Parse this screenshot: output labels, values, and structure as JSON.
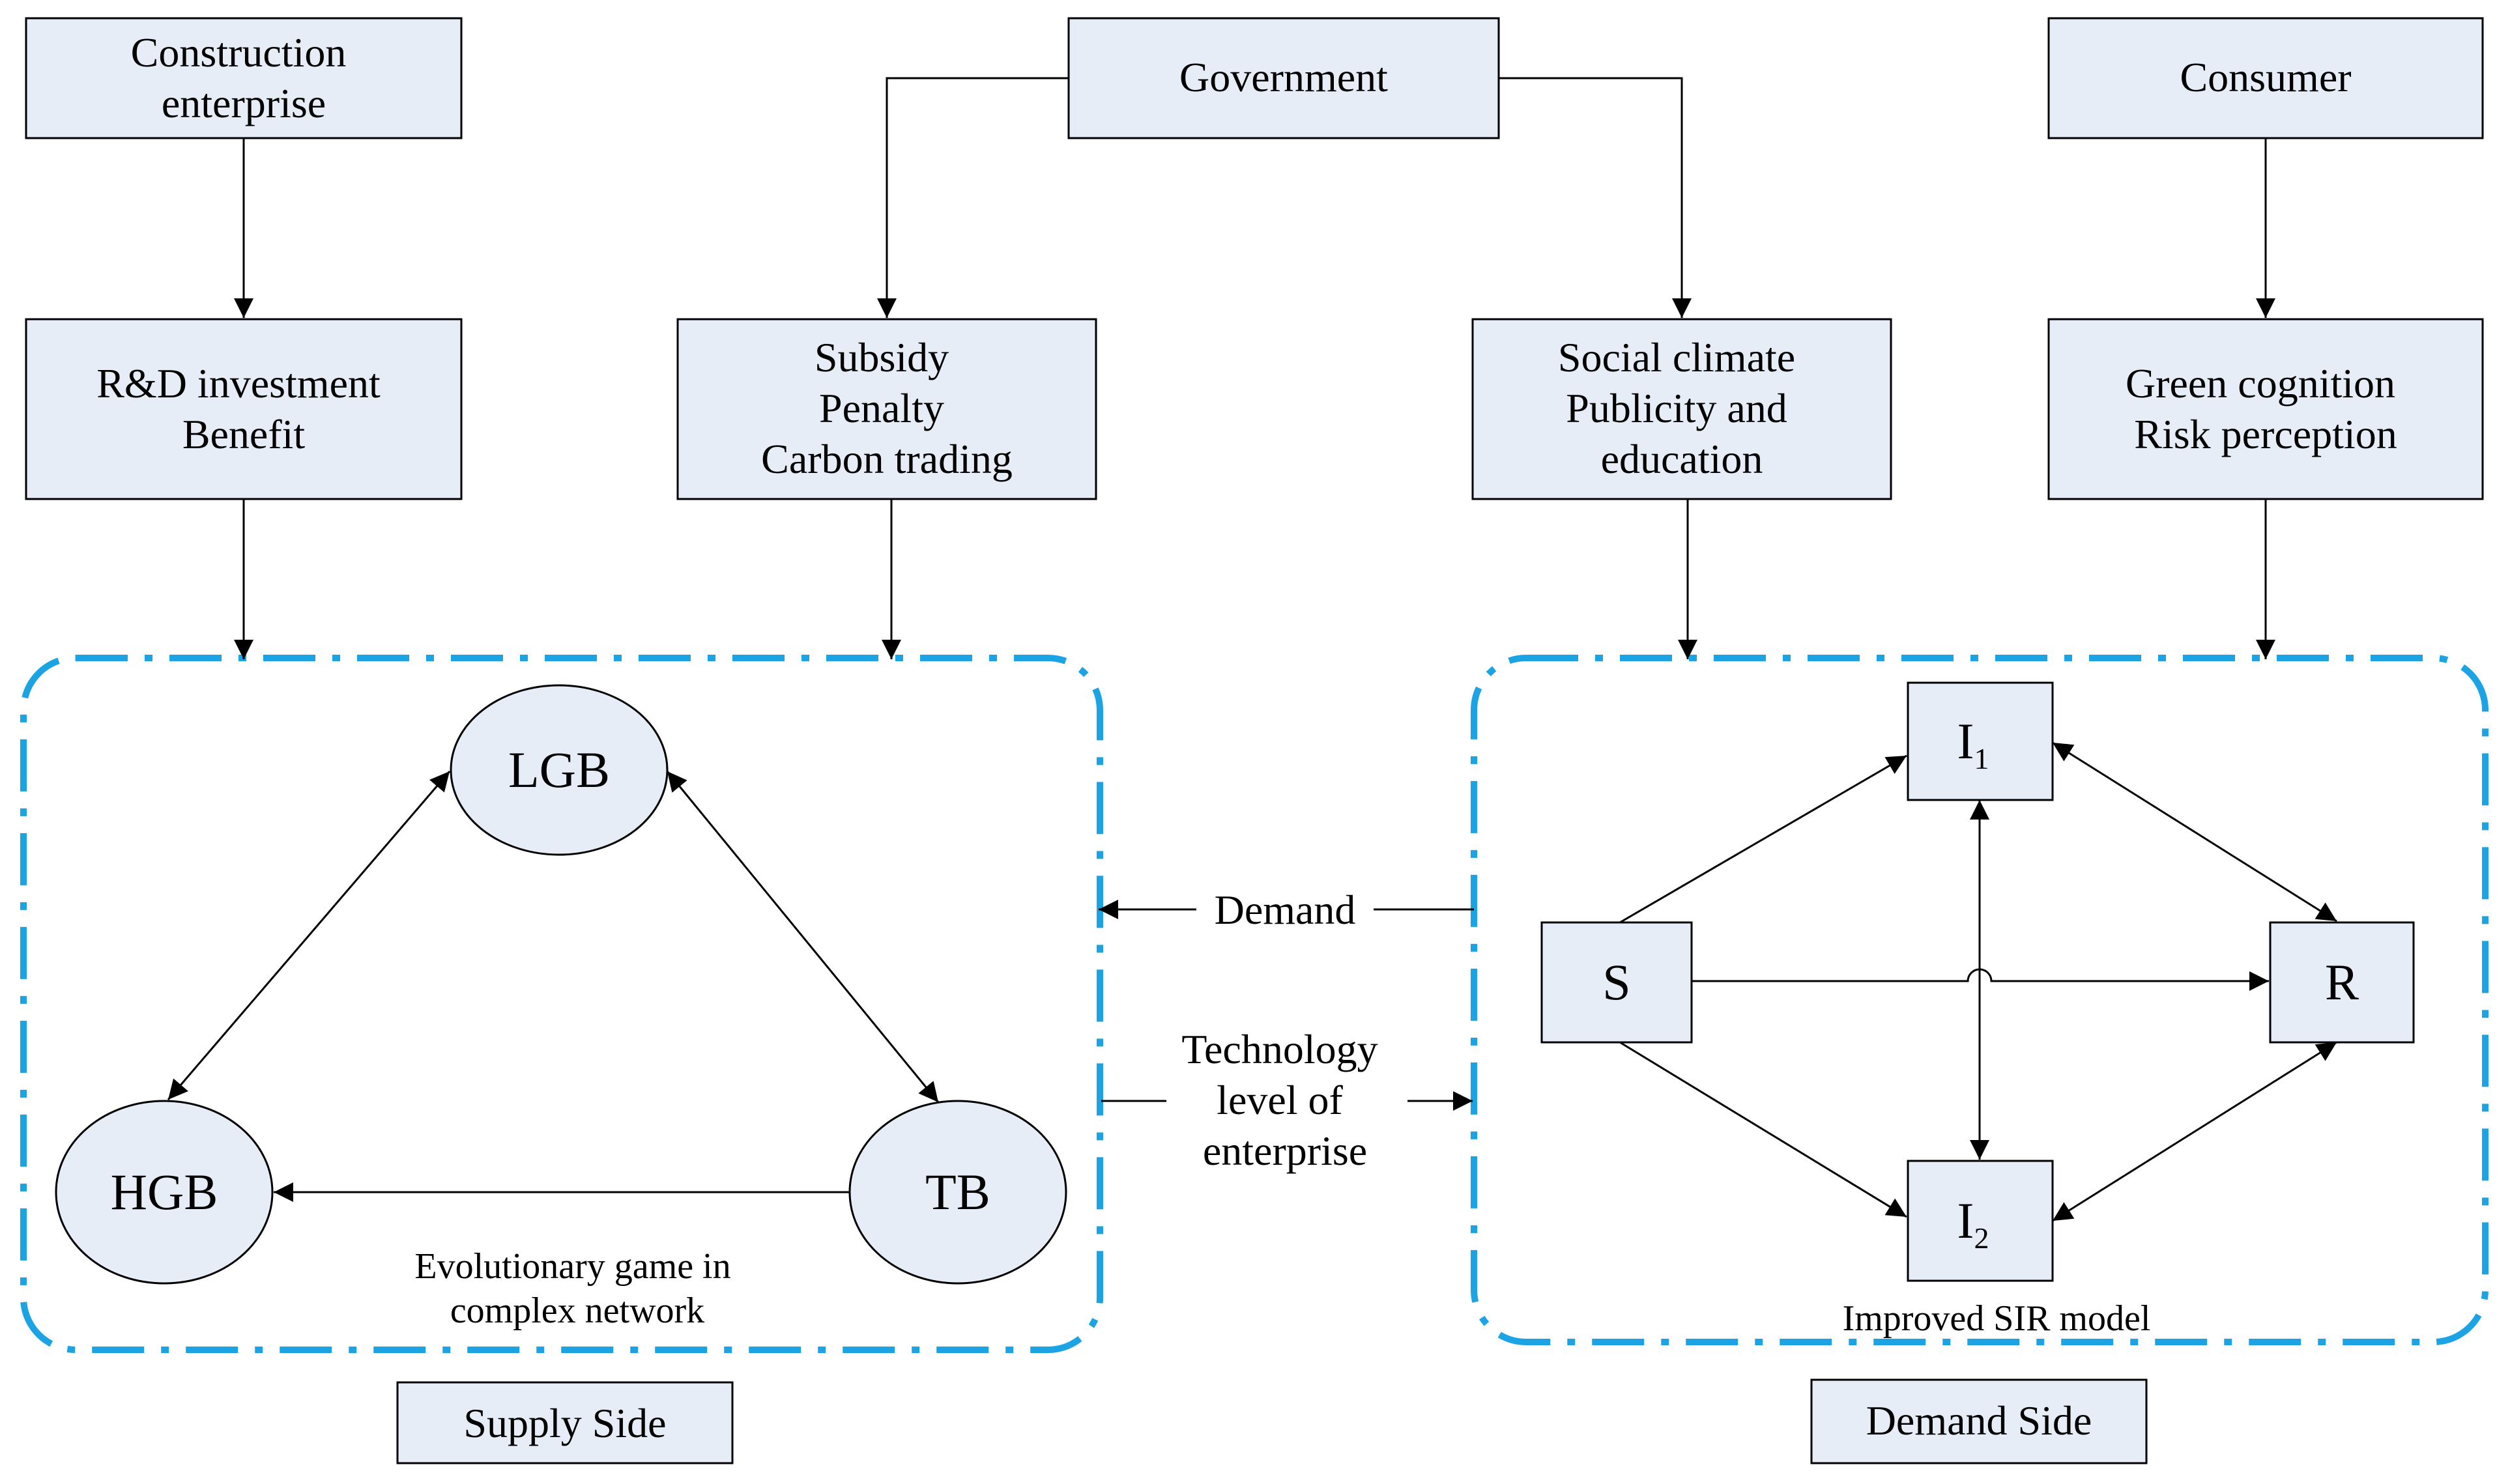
{
  "top": {
    "construction": [
      "Construction",
      "enterprise"
    ],
    "government": "Government",
    "consumer": "Consumer"
  },
  "factors": {
    "rd": [
      "R&D investment",
      "Benefit"
    ],
    "policy": [
      "Subsidy",
      "Penalty",
      "Carbon trading"
    ],
    "social": [
      "Social climate",
      "Publicity and",
      "education"
    ],
    "green": [
      "Green cognition",
      "Risk perception"
    ]
  },
  "supply": {
    "nodes": {
      "lgb": "LGB",
      "hgb": "HGB",
      "tb": "TB"
    },
    "caption": [
      "Evolutionary game in",
      "complex network"
    ],
    "label": "Supply Side"
  },
  "demand": {
    "nodes": {
      "s": "S",
      "i1": "I",
      "i1_sub": "1",
      "i2": "I",
      "i2_sub": "2",
      "r": "R"
    },
    "caption": "Improved SIR model",
    "label": "Demand Side"
  },
  "links": {
    "demand": "Demand",
    "tech": [
      "Technology",
      "level of",
      "enterprise"
    ]
  },
  "colors": {
    "box_fill": "#e6edf7",
    "group_border": "#1ba3e3",
    "line": "#000000"
  }
}
